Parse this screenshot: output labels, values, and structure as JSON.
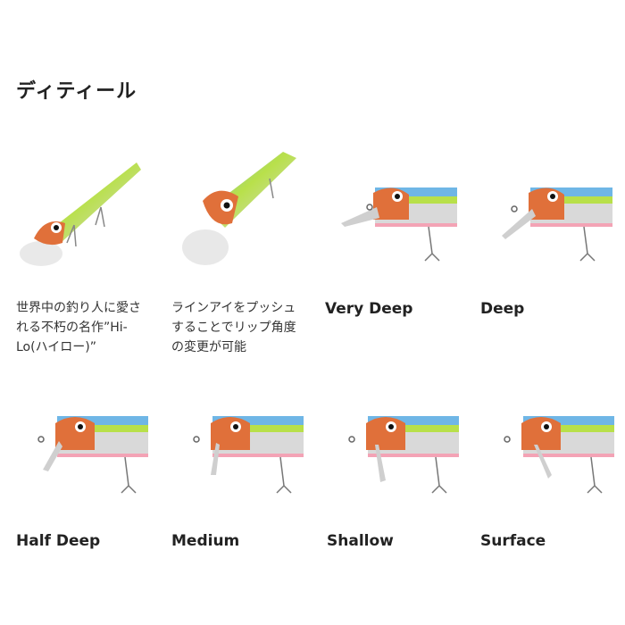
{
  "section_title": "ディティール",
  "row1": [
    {
      "kind": "angled",
      "caption": "世界中の釣り人に愛される不朽の名作”Hi-Lo(ハイロー)”"
    },
    {
      "kind": "angled2",
      "caption": "ラインアイをプッシュすることでリップ角度の変更が可能"
    },
    {
      "kind": "side",
      "caption": "Very Deep"
    },
    {
      "kind": "side",
      "caption": "Deep"
    }
  ],
  "row2": [
    {
      "caption": "Half Deep"
    },
    {
      "caption": "Medium"
    },
    {
      "caption": "Shallow"
    },
    {
      "caption": "Surface"
    }
  ],
  "colors": {
    "head_orange": "#e0703a",
    "body_green": "#b8e04a",
    "body_blue": "#6fb6e6",
    "belly_silver": "#d9d9d9",
    "lip_clear": "#cfcfcf",
    "belly_pink": "#f3a3b5"
  }
}
